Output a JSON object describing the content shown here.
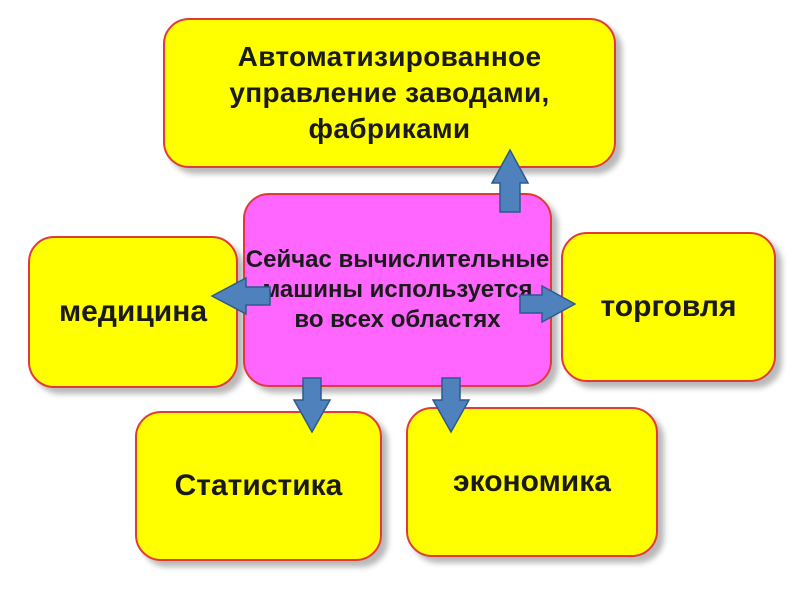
{
  "diagram": {
    "center": "Сейчас вычислительные машины используется во всех областях",
    "top": "Автоматизированное управление заводами, фабриками",
    "left": "медицина",
    "right": "торговля",
    "bottom_left": "Статистика",
    "bottom_right": "экономика"
  },
  "colors": {
    "box_fill": "#ffff00",
    "center_fill": "#ff66ff",
    "border": "#e23a3a",
    "arrow": "#4f81bd"
  }
}
